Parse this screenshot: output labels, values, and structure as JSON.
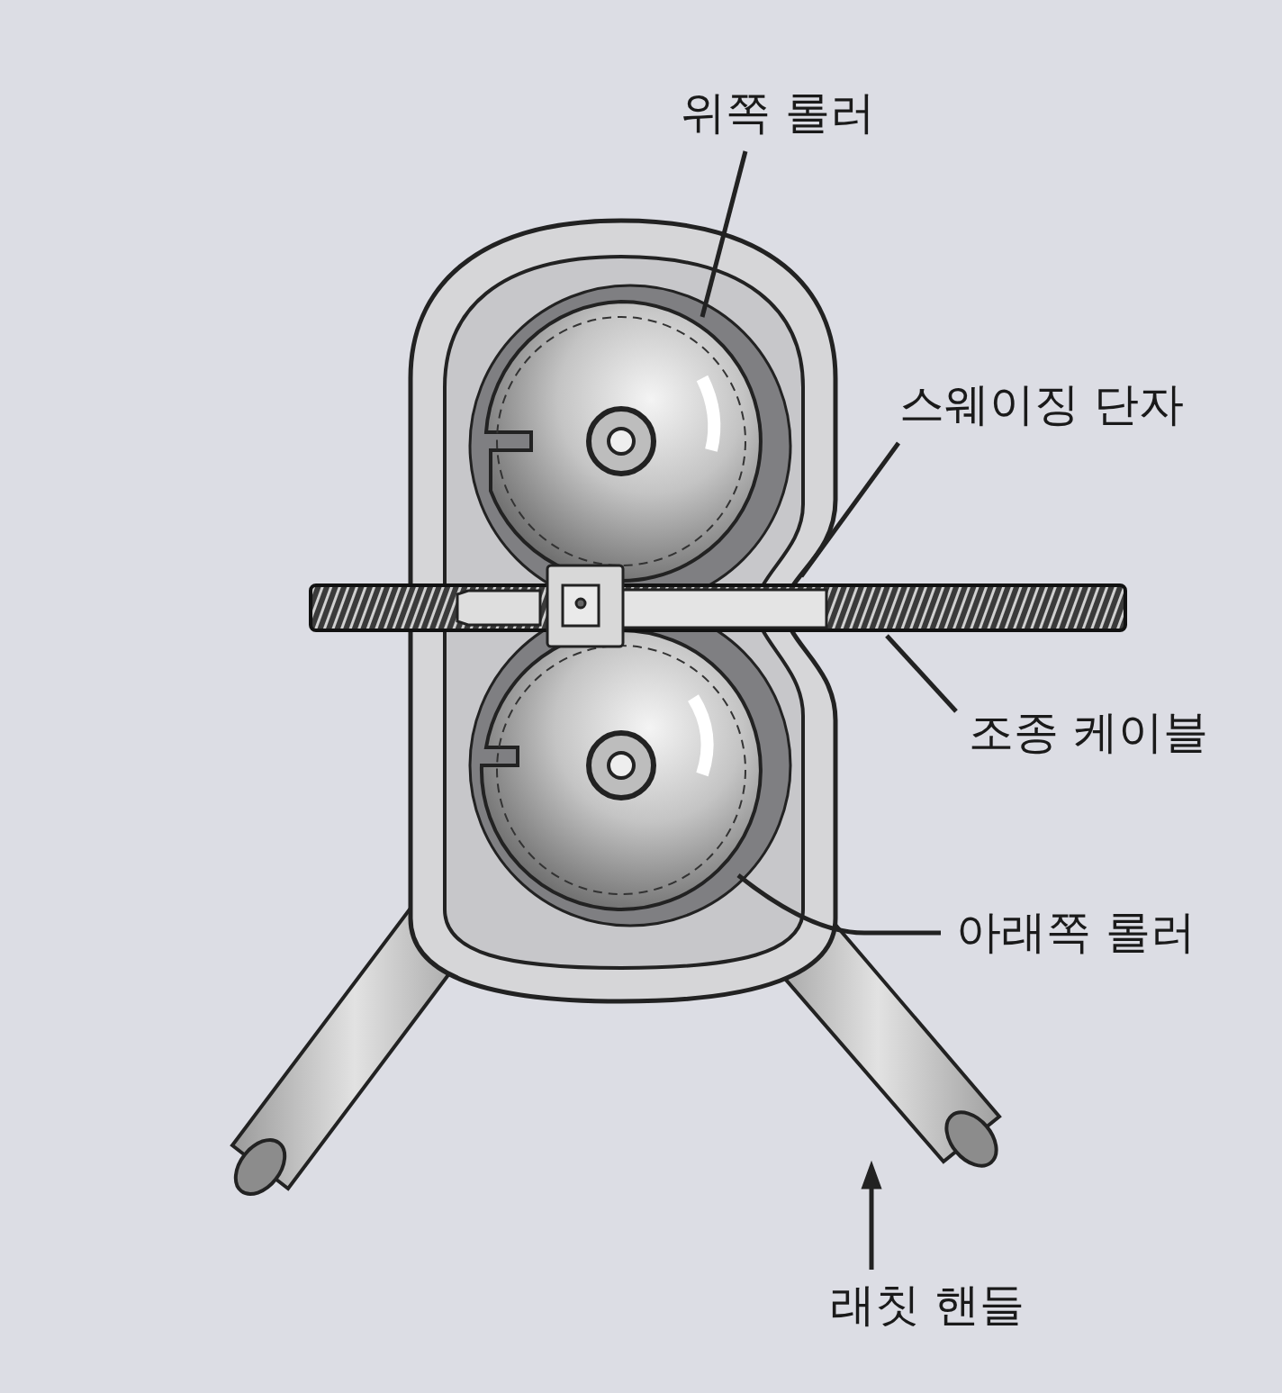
{
  "diagram": {
    "labels": [
      "위쪽 롤러",
      "스웨이징 단자",
      "조종 케이블",
      "아래쪽 롤러",
      "래칫 핸들"
    ]
  }
}
